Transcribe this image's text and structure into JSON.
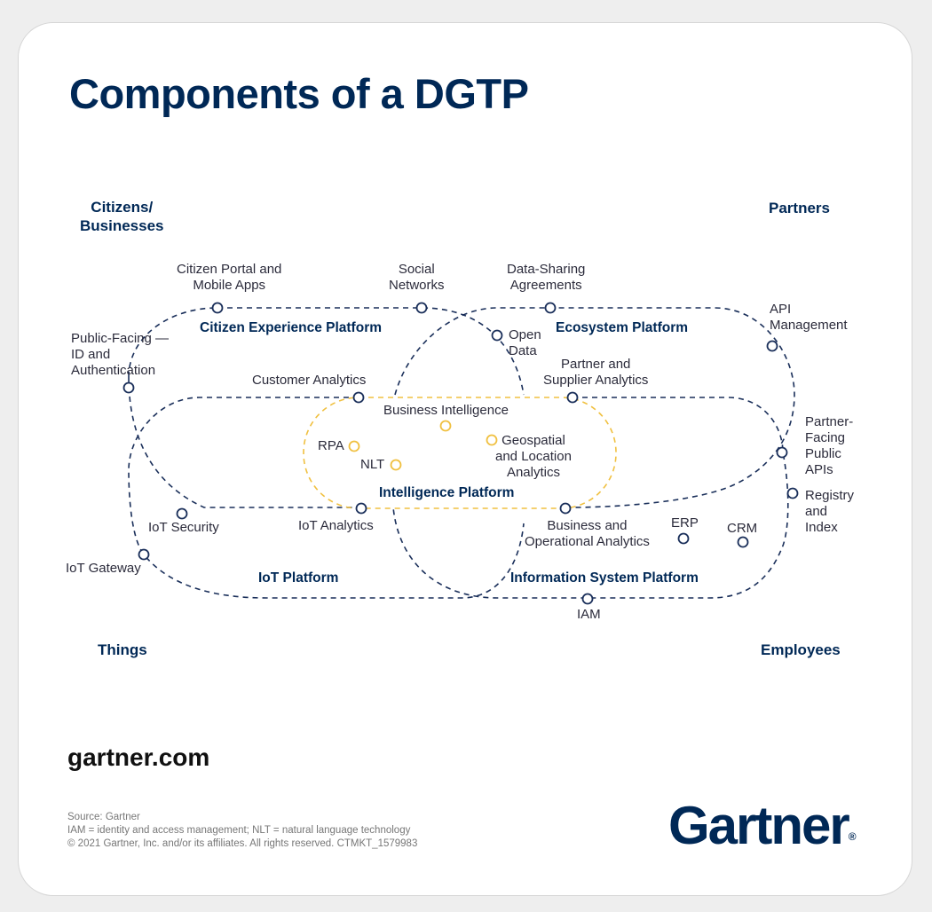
{
  "title": "Components of a DGTP",
  "corners": {
    "citizens": "Citizens/\nBusinesses",
    "partners": "Partners",
    "things": "Things",
    "employees": "Employees"
  },
  "platforms": {
    "citizen_experience": "Citizen Experience Platform",
    "ecosystem": "Ecosystem Platform",
    "intelligence": "Intelligence Platform",
    "iot": "IoT Platform",
    "information_system": "Information System Platform"
  },
  "nodes": {
    "citizen_portal": "Citizen Portal and\nMobile Apps",
    "social_networks": "Social\nNetworks",
    "data_sharing": "Data-Sharing\nAgreements",
    "api_management": "API\nManagement",
    "public_facing_id": "Public-Facing —\nID and\nAuthentication",
    "open_data": "Open\nData",
    "customer_analytics": "Customer Analytics",
    "partner_supplier": "Partner and\nSupplier Analytics",
    "business_intelligence": "Business Intelligence",
    "rpa": "RPA",
    "nlt": "NLT",
    "geospatial": "Geospatial\nand Location\nAnalytics",
    "partner_public_apis": "Partner-\nFacing\nPublic\nAPIs",
    "registry_index": "Registry\nand\nIndex",
    "iot_security": "IoT Security",
    "iot_analytics": "IoT Analytics",
    "business_operational": "Business and\nOperational Analytics",
    "erp": "ERP",
    "crm": "CRM",
    "iot_gateway": "IoT Gateway",
    "iam": "IAM"
  },
  "footer": {
    "website": "gartner.com",
    "source": "Source: Gartner",
    "abbreviations": "IAM = identity and access management; NLT = natural language technology",
    "copyright": "© 2021 Gartner, Inc. and/or its affiliates. All rights reserved. CTMKT_1579983",
    "logo": "Gartner",
    "registered_mark": "®"
  },
  "colors": {
    "navy": "#002856",
    "accent_yellow": "#f0c040",
    "node_blue": "#1a2f5a"
  }
}
